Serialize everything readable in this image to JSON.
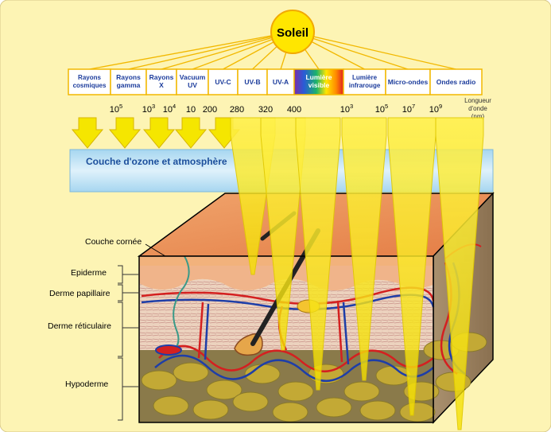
{
  "sun_label": "Soleil",
  "spectrum": [
    {
      "lines": [
        "Rayons",
        "cosmiques"
      ]
    },
    {
      "lines": [
        "Rayons",
        "gamma"
      ]
    },
    {
      "lines": [
        "Rayons",
        "X"
      ]
    },
    {
      "lines": [
        "Vacuum",
        "UV"
      ]
    },
    {
      "lines": [
        "UV-C"
      ]
    },
    {
      "lines": [
        "UV-B"
      ]
    },
    {
      "lines": [
        "UV-A"
      ]
    },
    {
      "lines": [
        "Lumière",
        "visible"
      ]
    },
    {
      "lines": [
        "Lumière",
        "infrarouge"
      ]
    },
    {
      "lines": [
        "Micro-ondes"
      ]
    },
    {
      "lines": [
        "Ondes radio"
      ]
    }
  ],
  "wavelength_ticks": [
    {
      "base": "10",
      "exp": "5"
    },
    {
      "base": "10",
      "exp": "3"
    },
    {
      "base": "10",
      "exp": "4"
    },
    {
      "base": "10",
      "exp": ""
    },
    {
      "base": "200",
      "exp": ""
    },
    {
      "base": "280",
      "exp": ""
    },
    {
      "base": "320",
      "exp": ""
    },
    {
      "base": "400",
      "exp": ""
    },
    {
      "base": "10",
      "exp": "3"
    },
    {
      "base": "10",
      "exp": "5"
    },
    {
      "base": "10",
      "exp": "7"
    },
    {
      "base": "10",
      "exp": "9"
    }
  ],
  "wavelength_unit": {
    "line1": "Longueur",
    "line2": "d'onde",
    "line3": "(nm)"
  },
  "ozone_label": "Couche d'ozone et atmosphère",
  "layers": {
    "couche_cornee": "Couche cornée",
    "epiderme": "Epiderme",
    "derme_papillaire": "Derme papillaire",
    "derme_reticulaire": "Derme réticulaire",
    "hypoderme": "Hypoderme"
  },
  "colors": {
    "background": "#fdf4b4",
    "sun": "#ffe600",
    "ray": "#f5e600",
    "ozone": "#bfe0f2",
    "ozone_text": "#1d4f9c",
    "box_text": "#1c3c9c",
    "skin_top": "#e88c52",
    "dermis": "#e8c9b4",
    "fat": "#c3a935"
  }
}
